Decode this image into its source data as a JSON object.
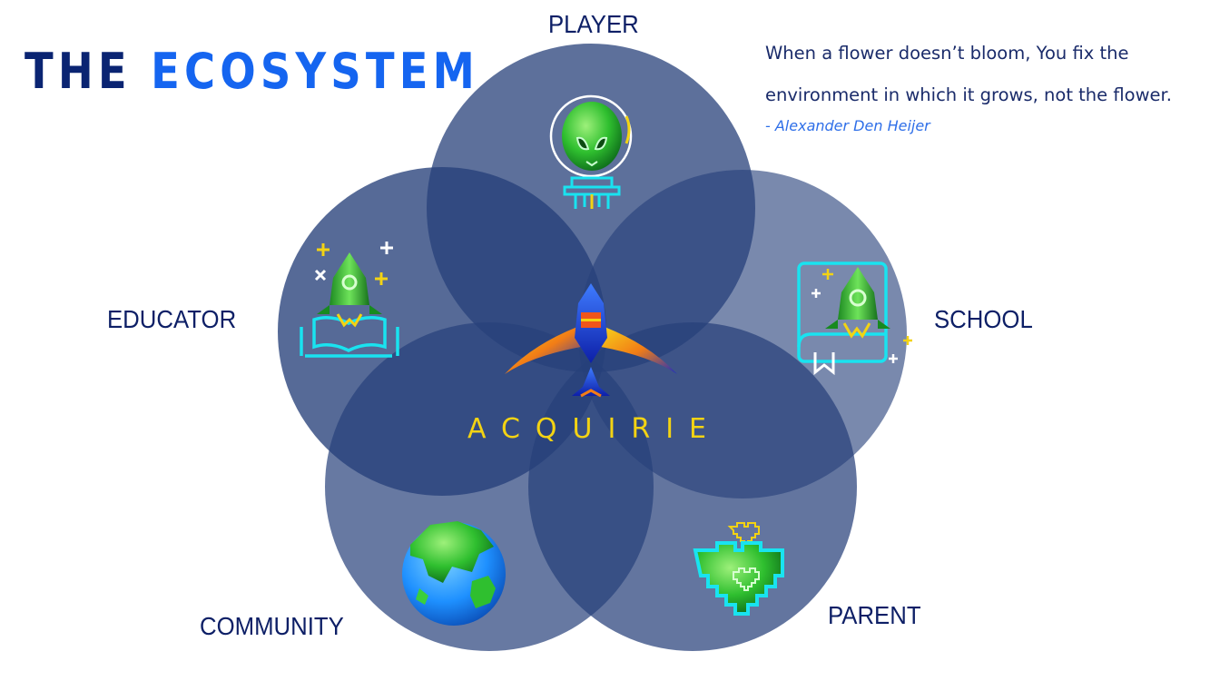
{
  "title": {
    "word1": "THE",
    "word2": "ECOSYSTEM"
  },
  "quote": {
    "line1": "When a flower doesn’t bloom, You fix the",
    "line2": "environment in which it grows, not the flower.",
    "author": "- Alexander Den Heijer"
  },
  "center": {
    "brand": "ACQUIRIE"
  },
  "nodes": [
    {
      "id": "player",
      "label": "PLAYER",
      "icon": "alien-astronaut-icon"
    },
    {
      "id": "school",
      "label": "SCHOOL",
      "icon": "book-rocket-icon"
    },
    {
      "id": "parent",
      "label": "PARENT",
      "icon": "pixel-heart-icon"
    },
    {
      "id": "community",
      "label": "COMMUNITY",
      "icon": "earth-globe-icon"
    },
    {
      "id": "educator",
      "label": "EDUCATOR",
      "icon": "open-book-rocket-icon"
    }
  ],
  "colors": {
    "circle_fill": "#27407a",
    "title_dark": "#0a2472",
    "title_accent": "#1565f0",
    "brand_yellow": "#f3d313",
    "neon_cyan": "#19e3f0",
    "neon_green": "#2fcf3b"
  }
}
